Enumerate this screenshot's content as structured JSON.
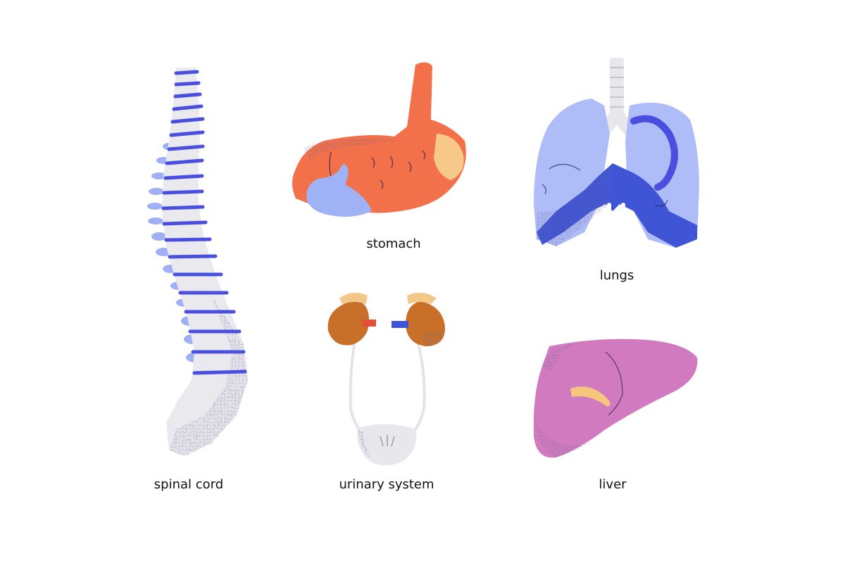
{
  "labels": {
    "spinal_cord": "spinal cord",
    "stomach": "stomach",
    "lungs": "lungs",
    "urinary_system": "urinary system",
    "liver": "liver"
  },
  "colors": {
    "background": "#ffffff",
    "spine_bone": "#e9e9ee",
    "spine_disc": "#4a4fe0",
    "spine_process": "#9fb0f5",
    "stomach": "#f2704a",
    "stomach_accent": "#f6c98a",
    "stomach_duodenum": "#9fb2f5",
    "lungs": "#aebcf7",
    "lungs_dark": "#3f55d6",
    "trachea": "#e8e8ec",
    "kidney": "#c8702a",
    "adrenal": "#f2c88a",
    "ureter": "#e3e3e8",
    "bladder": "#e8e8ec",
    "liver": "#d27ac0",
    "liver_accent": "#f6c77a",
    "shade": "#2a2350"
  }
}
